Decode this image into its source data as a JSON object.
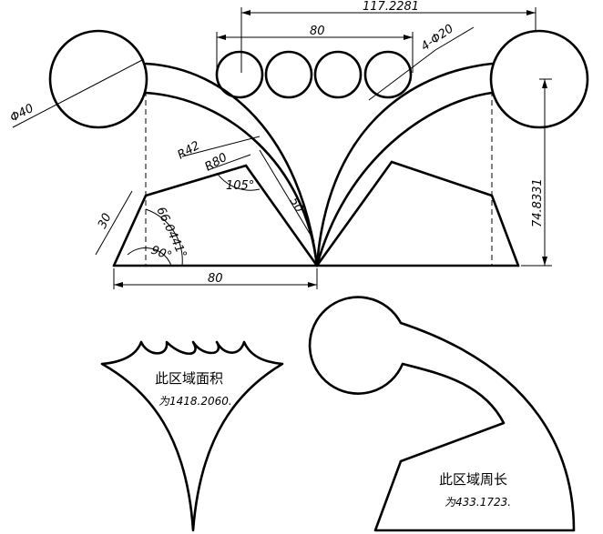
{
  "dimensions": {
    "top_total": "117.2281",
    "top_circles_span": "80",
    "circle_count": "4-Φ20",
    "big_circle": "Φ40",
    "radius_outer": "R42",
    "radius_inner": "R80",
    "angle_105": "105°",
    "length_50": "50",
    "length_30": "30",
    "angle_66": "66.0441°",
    "angle_90": "90°",
    "base_80": "80",
    "height_right": "74.8331"
  },
  "notes": {
    "area_label": "此区域面积",
    "area_value": "为1418.2060.",
    "perimeter_label": "此区域周长",
    "perimeter_value": "为433.1723."
  }
}
